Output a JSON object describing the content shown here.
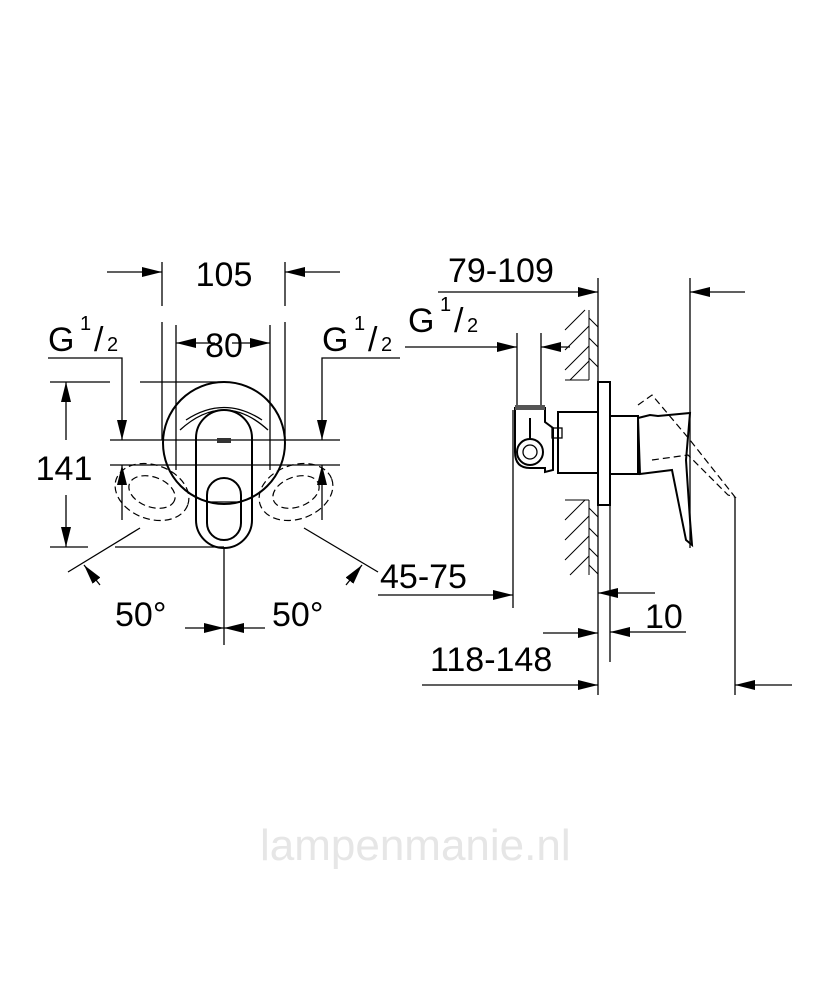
{
  "watermark": "lampenmanie.nl",
  "front_view": {
    "width_outer": "105",
    "width_inner": "80",
    "height": "141",
    "connection_left": {
      "g": "G",
      "num": "1",
      "den": "2"
    },
    "connection_right": {
      "g": "G",
      "num": "1",
      "den": "2"
    },
    "angle_left": "50°",
    "angle_right": "50°"
  },
  "side_view": {
    "depth_range": "79-109",
    "connection": {
      "g": "G",
      "num": "1",
      "den": "2"
    },
    "inlet_range": "45-75",
    "plate_thickness": "10",
    "total_range": "118-148"
  }
}
